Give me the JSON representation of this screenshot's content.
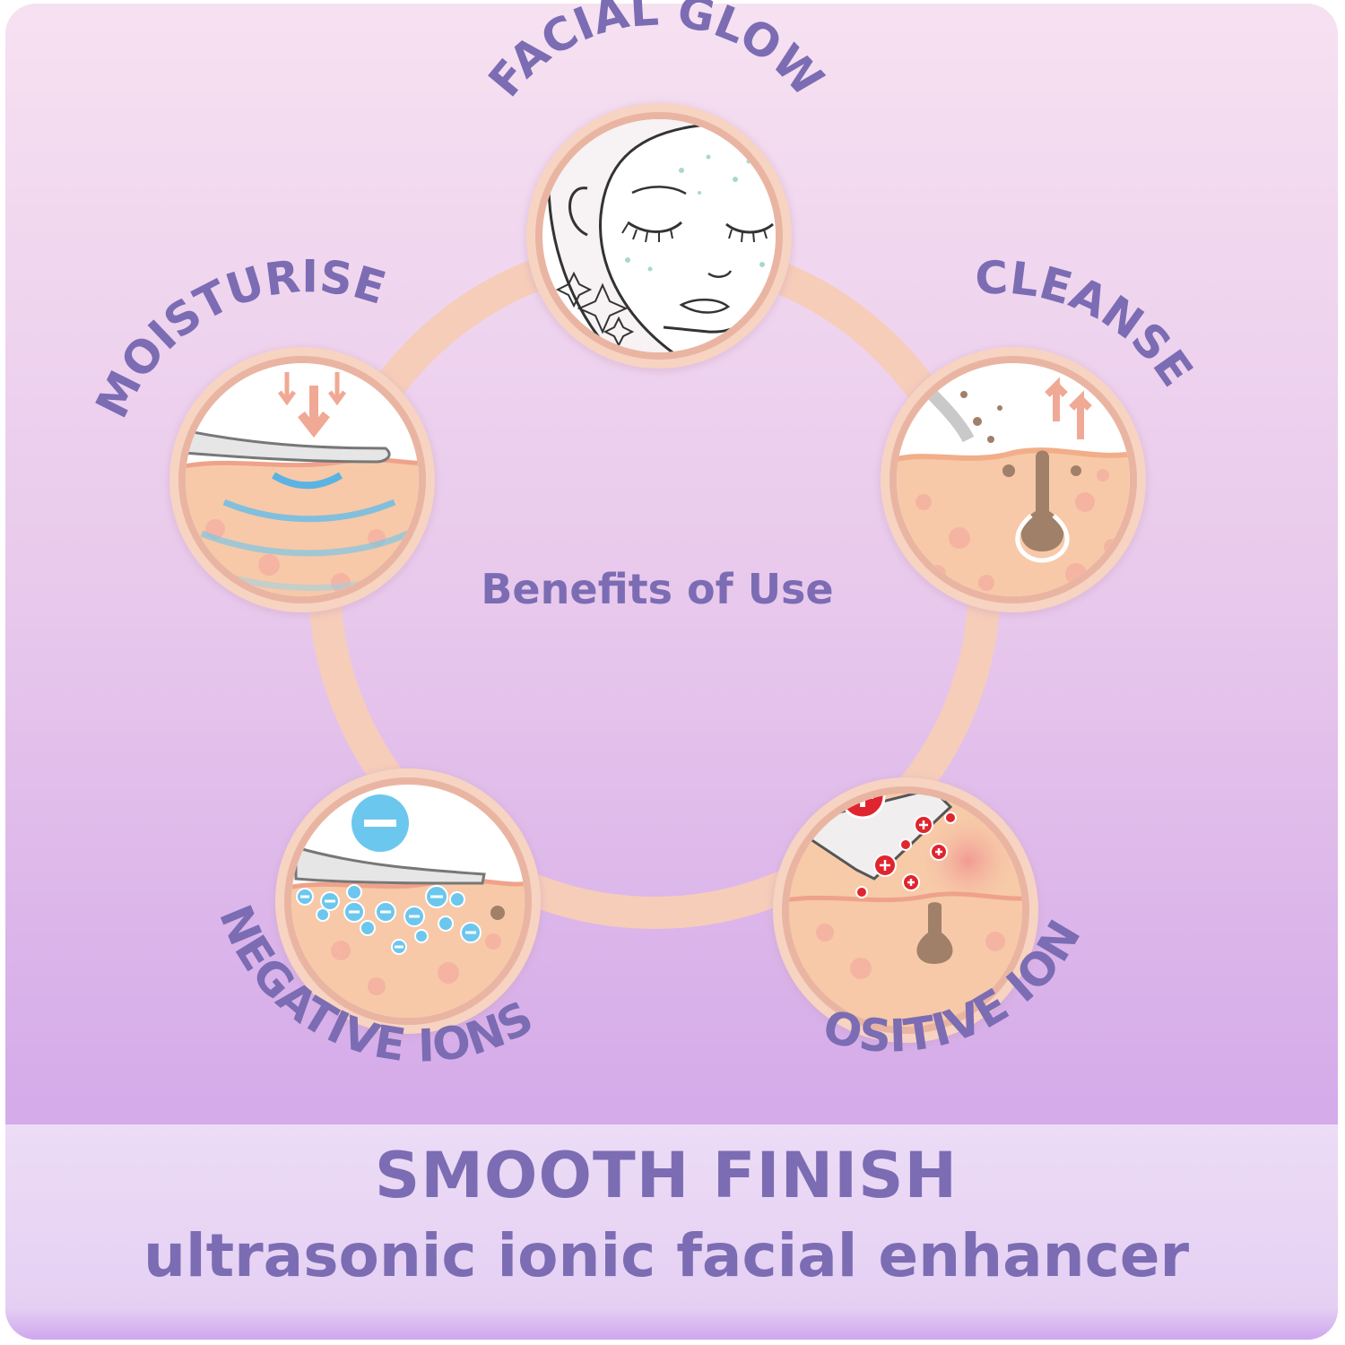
{
  "center_label": "Benefits of Use",
  "benefits": [
    {
      "label": "FACIAL GLOW",
      "icon": "face-glow-icon"
    },
    {
      "label": "CLEANSE",
      "icon": "pore-cleanse-icon"
    },
    {
      "label": "POSITIVE IONS",
      "icon": "positive-ions-icon"
    },
    {
      "label": "NEGATIVE IONS",
      "icon": "negative-ions-icon"
    },
    {
      "label": "MOISTURISE",
      "icon": "moisture-waves-icon"
    }
  ],
  "footer": {
    "title": "SMOOTH FINISH",
    "subtitle": "ultrasonic ionic facial enhancer"
  },
  "colors": {
    "label_purple": "#7b6cb3",
    "ring_peach": "#f6cdb9",
    "skin": "#f7c9a8",
    "positive_red": "#e0252f",
    "negative_blue": "#6cc7ee"
  }
}
